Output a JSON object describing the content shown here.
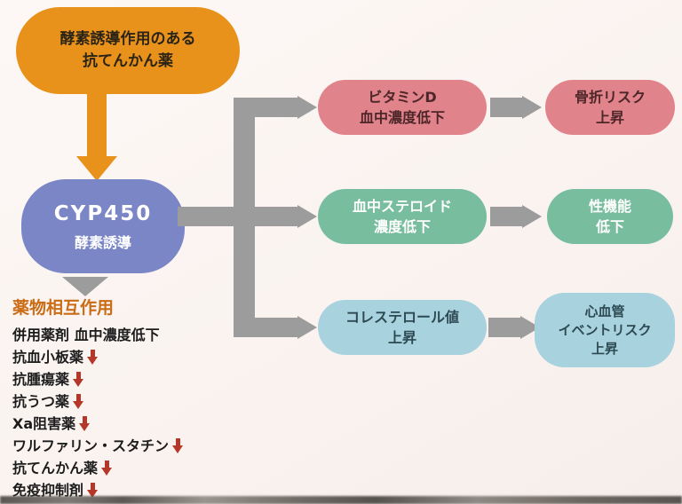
{
  "colors": {
    "background": "#faf3f0",
    "orange": "#e8921c",
    "blue": "#7b86c6",
    "pink": "#e0838b",
    "green": "#79bd9f",
    "light_blue": "#a9d2df",
    "gray_arrow": "#9c9c9c",
    "red_arrow": "#b5372a",
    "header_orange": "#ca6c16"
  },
  "flow": {
    "title_box": {
      "line1": "酵素誘導作用のある",
      "line2": "抗てんかん薬"
    },
    "cyp_box": {
      "line1": "CYP450",
      "line2": "酵素誘導"
    }
  },
  "interactions": {
    "header": "薬物相互作用",
    "subheader": "併用薬剤 血中濃度低下",
    "items": [
      {
        "label": "抗血小板薬"
      },
      {
        "label": "抗腫瘍薬"
      },
      {
        "label": "抗うつ薬"
      },
      {
        "label": "Xa阻害薬"
      },
      {
        "label": "ワルファリン・スタチン"
      },
      {
        "label": "抗てんかん薬"
      },
      {
        "label": "免疫抑制剤"
      }
    ]
  },
  "branches": [
    {
      "effect": {
        "line1": "ビタミンD",
        "line2": "血中濃度低下"
      },
      "outcome": {
        "line1": "骨折リスク",
        "line2": "上昇"
      }
    },
    {
      "effect": {
        "line1": "血中ステロイド",
        "line2": "濃度低下"
      },
      "outcome": {
        "line1": "性機能",
        "line2": "低下"
      }
    },
    {
      "effect": {
        "line1": "コレステロール値",
        "line2": "上昇"
      },
      "outcome": {
        "line1": "心血管",
        "line2": "イベントリスク",
        "line3": "上昇"
      }
    }
  ]
}
